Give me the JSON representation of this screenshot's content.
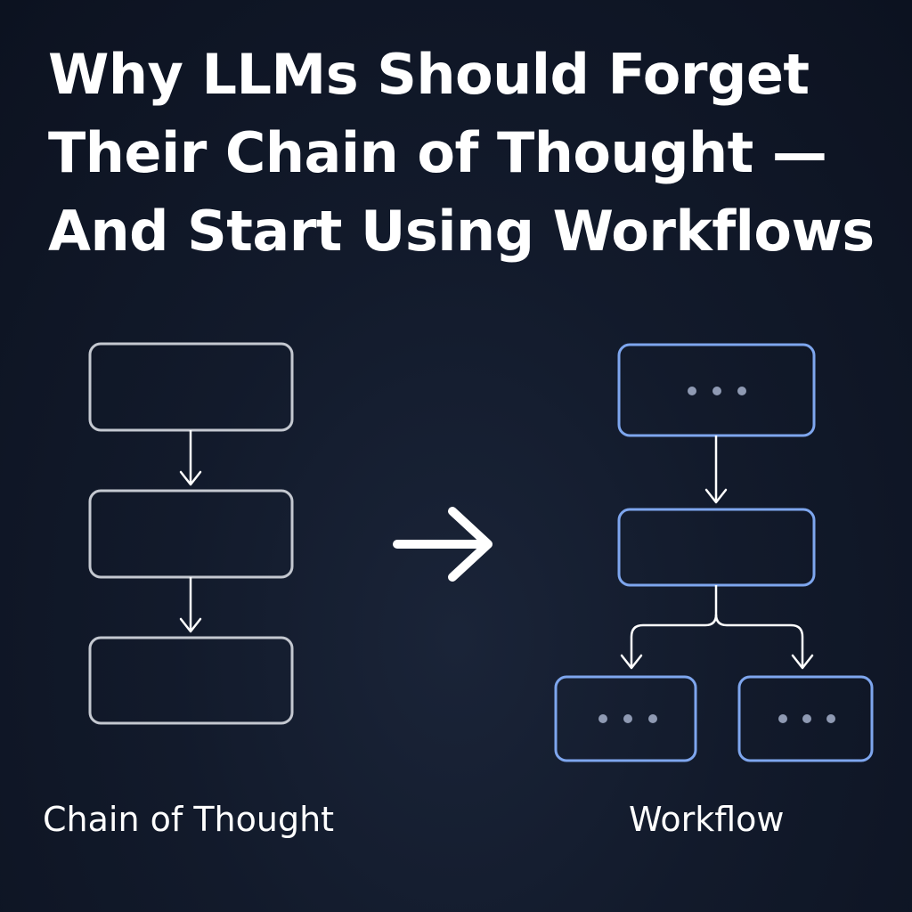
{
  "title": {
    "line1": "Why LLMs Should Forget",
    "line2": "Their Chain of Thought —",
    "line3": "And Start Using Workflows"
  },
  "left_diagram": {
    "caption": "Chain of Thought",
    "step_count": 3,
    "box_color": "#c4c8d0"
  },
  "right_diagram": {
    "caption": "Workflow",
    "box_color": "#7ea6ee",
    "dot_color": "#8f9ab3"
  },
  "colors": {
    "background": "#121a2b",
    "text": "#ffffff",
    "arrow": "#ffffff"
  }
}
